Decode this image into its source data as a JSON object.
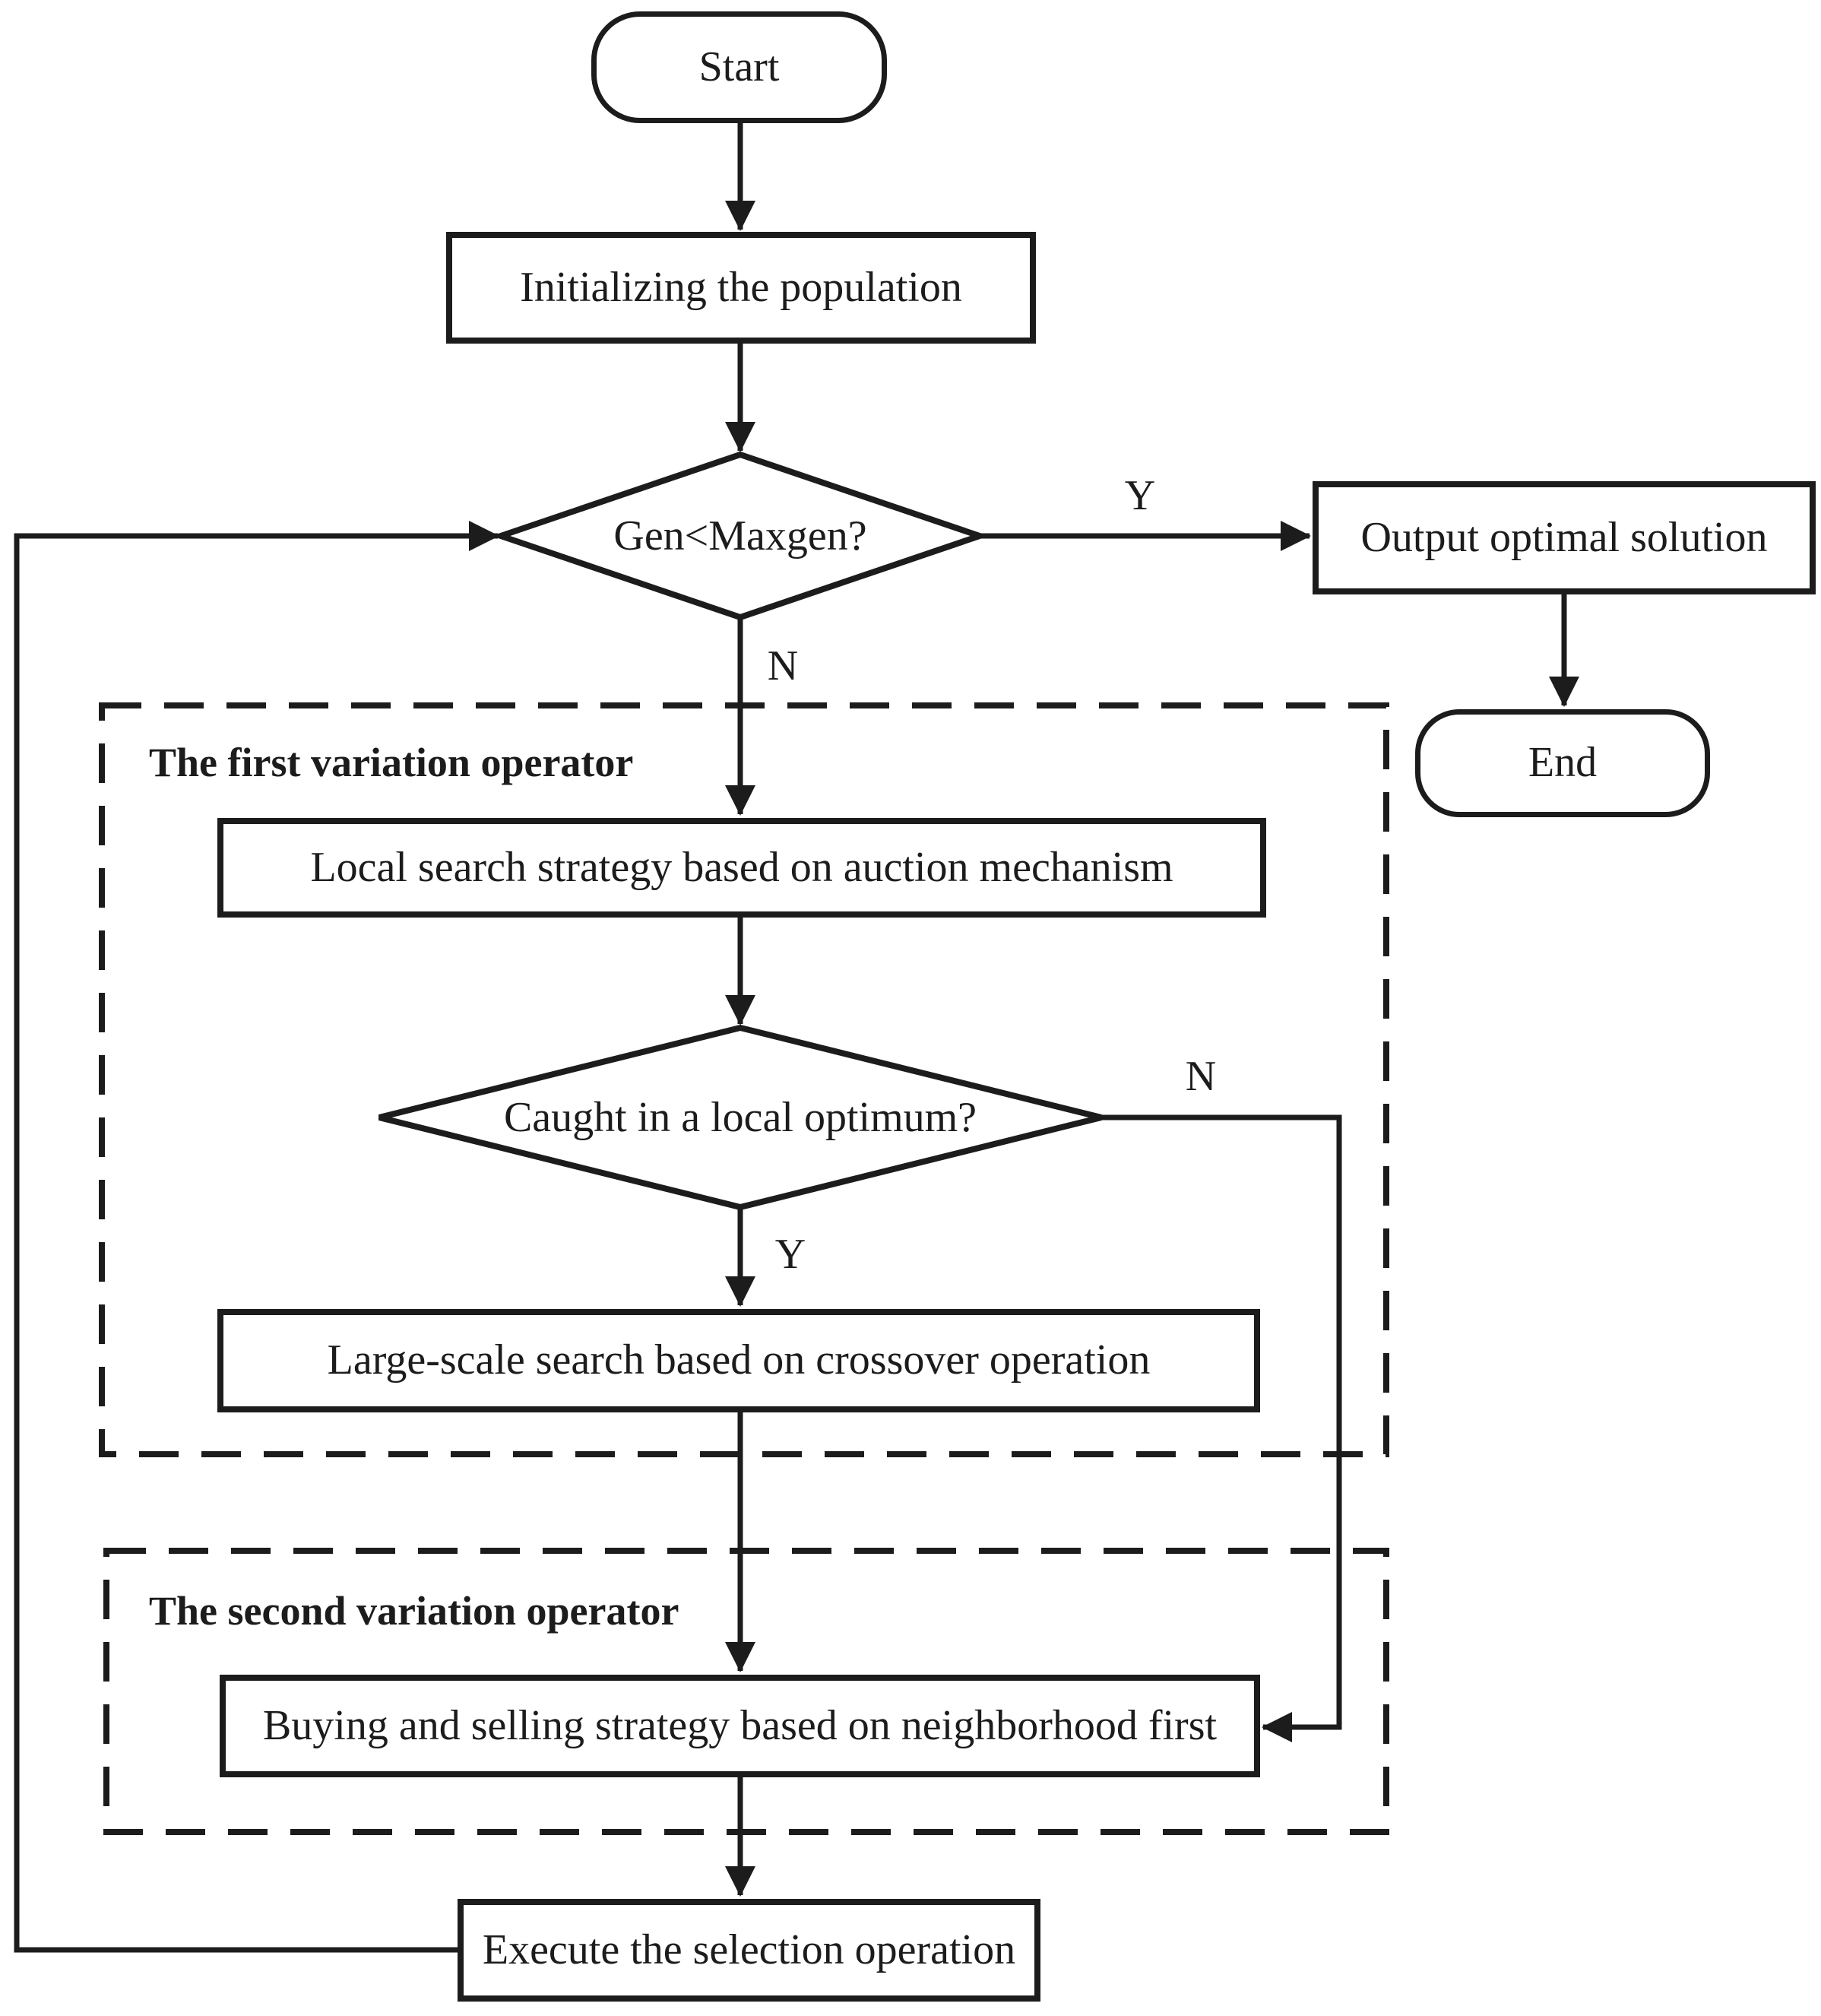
{
  "figure": {
    "background": "#ffffff",
    "line_color": "#1c1c1c",
    "nodes": {
      "start": "Start",
      "init": "Initializing the population",
      "gen_check": "Gen<Maxgen?",
      "output": "Output optimal solution",
      "end": "End",
      "local_search": "Local search strategy based on auction mechanism",
      "optimum_check": "Caught in a local optimum?",
      "large_search": "Large-scale search based on crossover operation",
      "buy_sell": "Buying and selling strategy based on neighborhood first",
      "selection": "Execute the selection operation"
    },
    "groups": {
      "first": "The first variation operator",
      "second": "The second variation operator"
    },
    "edge_labels": {
      "gen_yes": "Y",
      "gen_no": "N",
      "optimum_yes": "Y",
      "optimum_no": "N"
    }
  }
}
